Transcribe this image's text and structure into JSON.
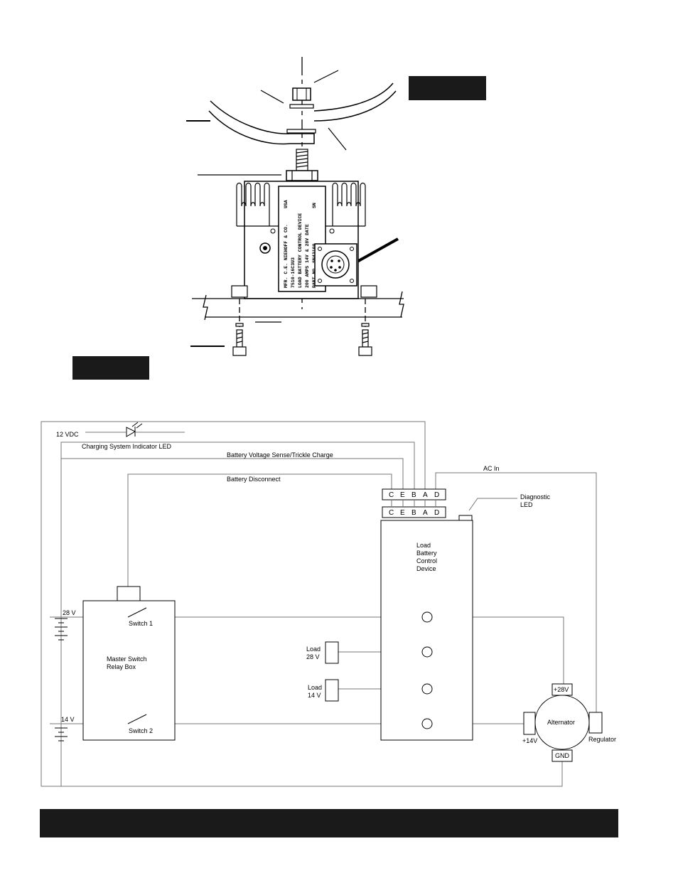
{
  "nameplate": {
    "line1": "MFR. C.E. NIEHOFF & CO.",
    "line1b": "USA",
    "line2": "7510-16C3U3",
    "line3": "LOAD BATTERY CONTROL DEVICE",
    "line4": "200 AMPS 14V & 28V DATE",
    "line5": "PART NO. SN43100",
    "line5b": "SN"
  },
  "wiring": {
    "labels": {
      "vdc12": "12 VDC",
      "charging_led": "Charging System Indicator LED",
      "voltage_sense": "Battery Voltage Sense/Trickle Charge",
      "ac_in": "AC In",
      "battery_disconnect": "Battery Disconnect",
      "diagnostic_led_1": "Diagnostic",
      "diagnostic_led_2": "LED",
      "v28": "28 V",
      "v14": "14 V",
      "switch1": "Switch 1",
      "switch2": "Switch 2",
      "relay_box_1": "Master Switch",
      "relay_box_2": "Relay Box",
      "lbcd_1": "Load",
      "lbcd_2": "Battery",
      "lbcd_3": "Control",
      "lbcd_4": "Device",
      "load28_1": "Load",
      "load28_2": "28 V",
      "load14_1": "Load",
      "load14_2": "14 V",
      "alternator": "Alternator",
      "plus28": "+28V",
      "plus14": "+14V",
      "gnd": "GND",
      "regulator": "Regulator"
    },
    "connector_pins": [
      "C",
      "E",
      "B",
      "A",
      "D"
    ]
  }
}
